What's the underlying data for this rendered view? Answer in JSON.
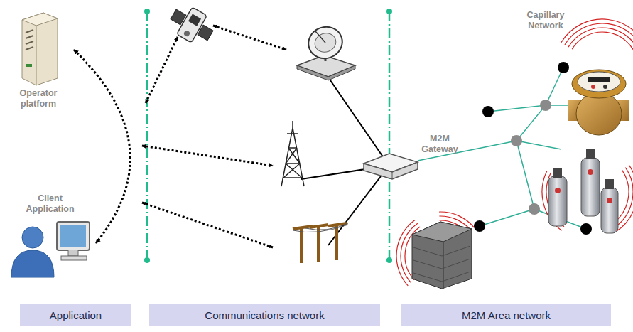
{
  "diagram": {
    "nodes": [
      {
        "text": [
          "Operator platform"
        ]
      },
      {
        "text": [
          "Client Application"
        ]
      },
      {
        "text": [
          "M2M Gateway"
        ]
      },
      {
        "text": [
          "Application"
        ]
      },
      {
        "text": [
          "Communications network"
        ]
      },
      {
        "text": [
          "M2M Area network"
        ]
      }
    ],
    "edges": [
      {
        "from": 0,
        "to": 1,
        "arrow": "both"
      }
    ],
    "labels": [
      "Capillary Network"
    ]
  }
}
